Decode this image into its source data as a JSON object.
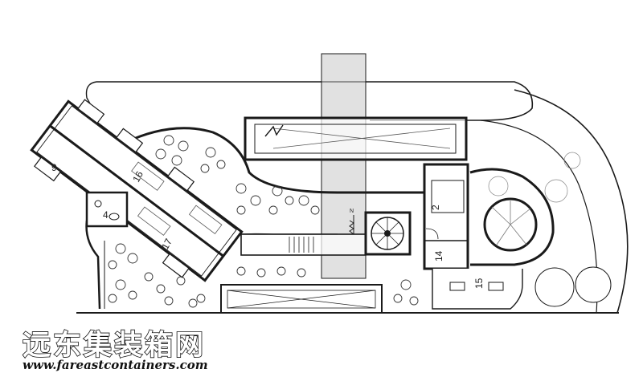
{
  "room_labels": {
    "r9": "9",
    "r16": "16",
    "r4": "4",
    "r17": "17",
    "r2": "2",
    "r14": "14",
    "r15": "15",
    "north": "N"
  },
  "watermark": {
    "chinese": "远东集装箱网",
    "url": "www.fareastcontainers.com"
  },
  "colors": {
    "line": "#1a1a1a",
    "fill_gray": "#bdbdbd",
    "fill_light": "#e6e6e6",
    "background": "#ffffff"
  }
}
